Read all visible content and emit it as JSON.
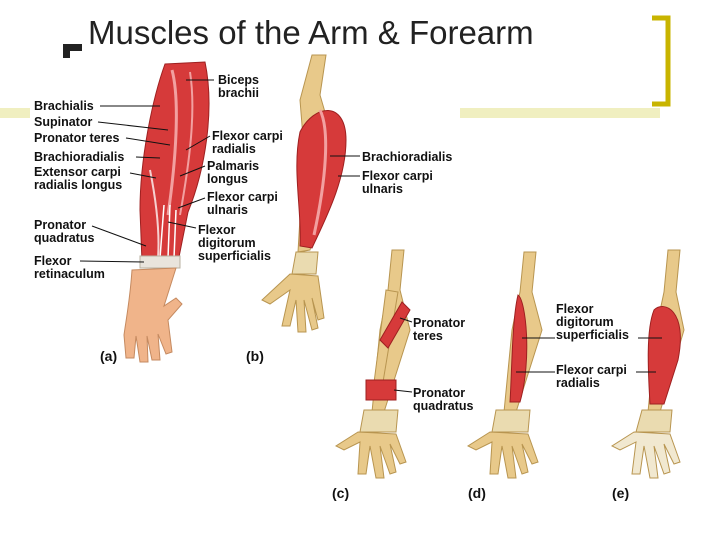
{
  "slide": {
    "title": "Muscles of the Arm & Forearm",
    "accent_color": "#c8b400",
    "decor_band_color": "#f0efc0"
  },
  "figure": {
    "muscle_color": "#d63a3a",
    "bone_color": "#e8c98a",
    "labels_a": {
      "biceps": "Biceps\nbrachii",
      "brachialis": "Brachialis",
      "supinator": "Supinator",
      "pronator_teres": "Pronator teres",
      "brachioradialis": "Brachioradialis",
      "ecrl": "Extensor carpi\nradialis longus",
      "fcr": "Flexor carpi\nradialis",
      "palmaris": "Palmaris\nlongus",
      "fcu": "Flexor carpi\nulnaris",
      "pq": "Pronator\nquadratus",
      "fds": "Flexor\ndigitorum\nsuperficialis",
      "retinaculum": "Flexor\nretinaculum"
    },
    "labels_b": {
      "brachioradialis": "Brachioradialis",
      "fcu": "Flexor carpi\nulnaris"
    },
    "labels_c": {
      "pronator_teres": "Pronator\nteres",
      "pq": "Pronator\nquadratus"
    },
    "labels_e": {
      "fds": "Flexor\ndigitorum\nsuperficialis",
      "fcr": "Flexor carpi\nradialis"
    },
    "panels": [
      "(a)",
      "(b)",
      "(c)",
      "(d)",
      "(e)"
    ]
  }
}
